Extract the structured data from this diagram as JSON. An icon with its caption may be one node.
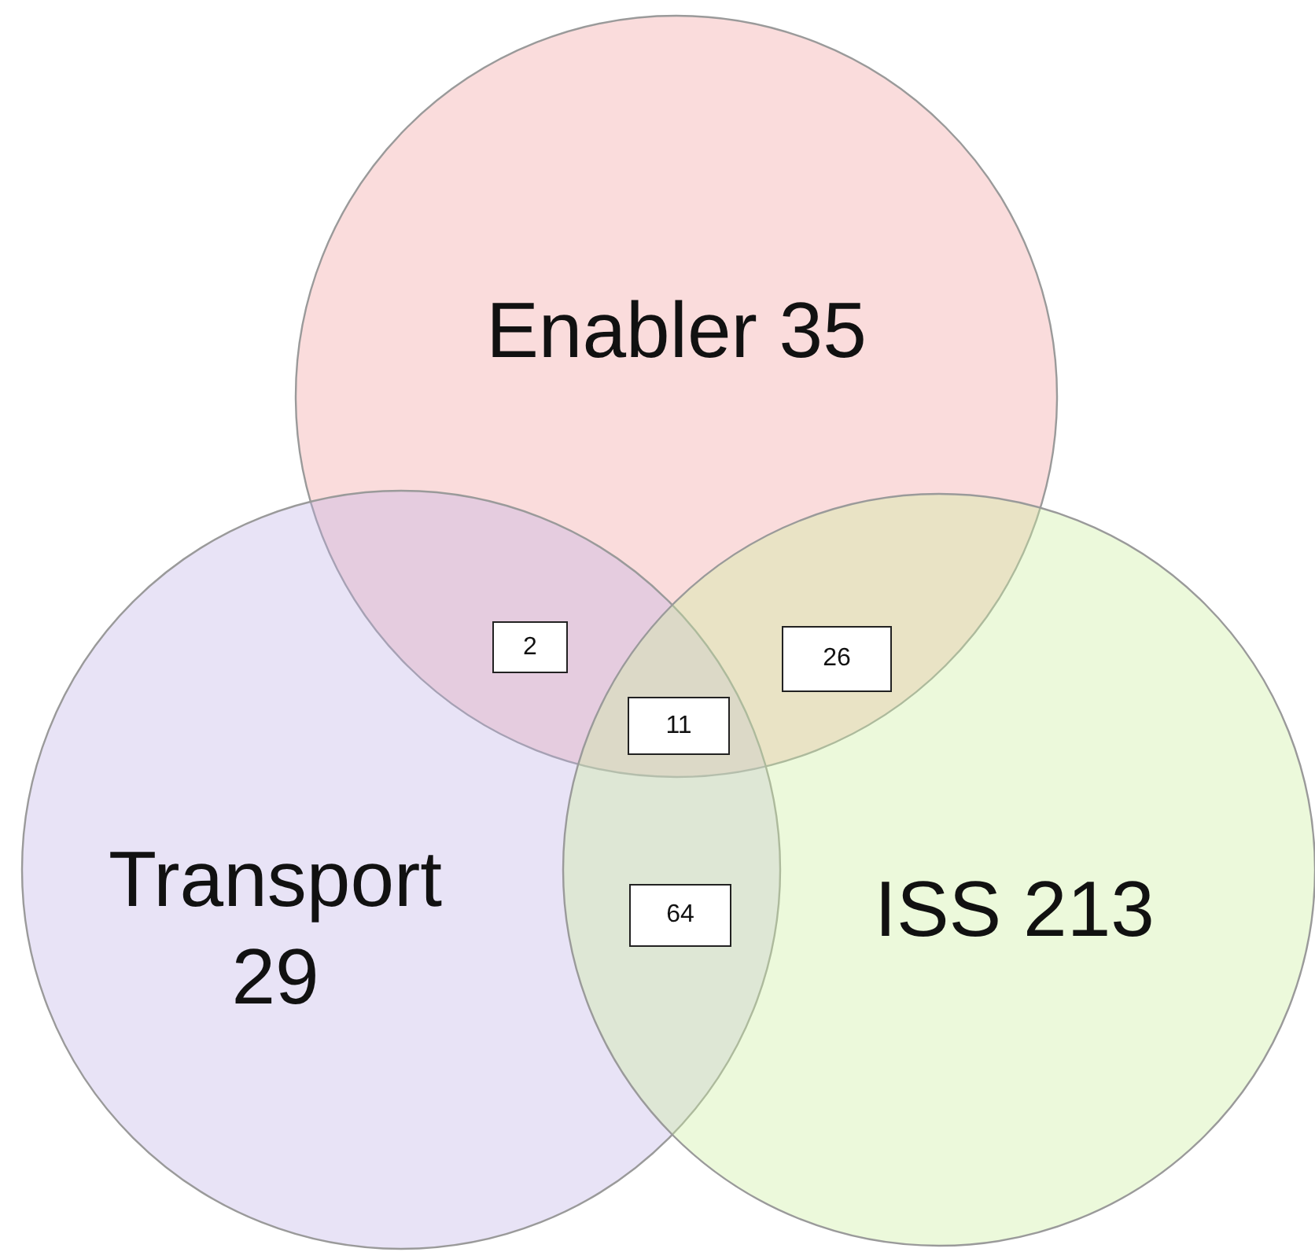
{
  "diagram": {
    "nodes": [
      {
        "text": [
          "Enabler 35"
        ]
      },
      {
        "text": [
          "2"
        ]
      },
      {
        "text": [
          "26"
        ]
      },
      {
        "text": [
          "11"
        ]
      },
      {
        "text": [
          "Transport 29"
        ]
      },
      {
        "text": [
          "64"
        ]
      },
      {
        "text": [
          "ISS 213"
        ]
      }
    ]
  }
}
